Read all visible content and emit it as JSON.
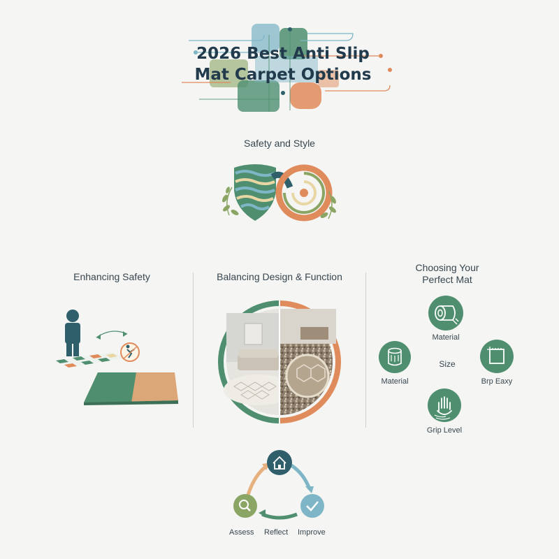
{
  "header": {
    "title_line1": "2026 Best Anti Slip",
    "title_line2": "Mat Carpet Options",
    "subtitle": "Safety and Style"
  },
  "columns": [
    {
      "title": "Enhancing Safety"
    },
    {
      "title": "Balancing Design & Function"
    },
    {
      "title_line1": "Choosing Your",
      "title_line2": "Perfect Mat"
    }
  ],
  "choosing": {
    "center_label": "Size",
    "options": [
      {
        "label": "Material",
        "icon": "roll-icon"
      },
      {
        "label": "Material",
        "icon": "roll-stack-icon"
      },
      {
        "label": "Brp Eaxy",
        "icon": "frame-icon"
      },
      {
        "label": "Grip Level",
        "icon": "hand-grip-icon"
      }
    ]
  },
  "cycle": {
    "steps": [
      {
        "label": "Assess",
        "icon": "search-icon"
      },
      {
        "label": "Reflect",
        "icon": "home-icon"
      },
      {
        "label": "Improve",
        "icon": "check-icon"
      }
    ]
  },
  "colors": {
    "green": "#4f8f70",
    "dark_teal": "#2f5f6a",
    "orange": "#e08b5b",
    "sage": "#8aa564",
    "light_blue": "#7fb6c7"
  }
}
